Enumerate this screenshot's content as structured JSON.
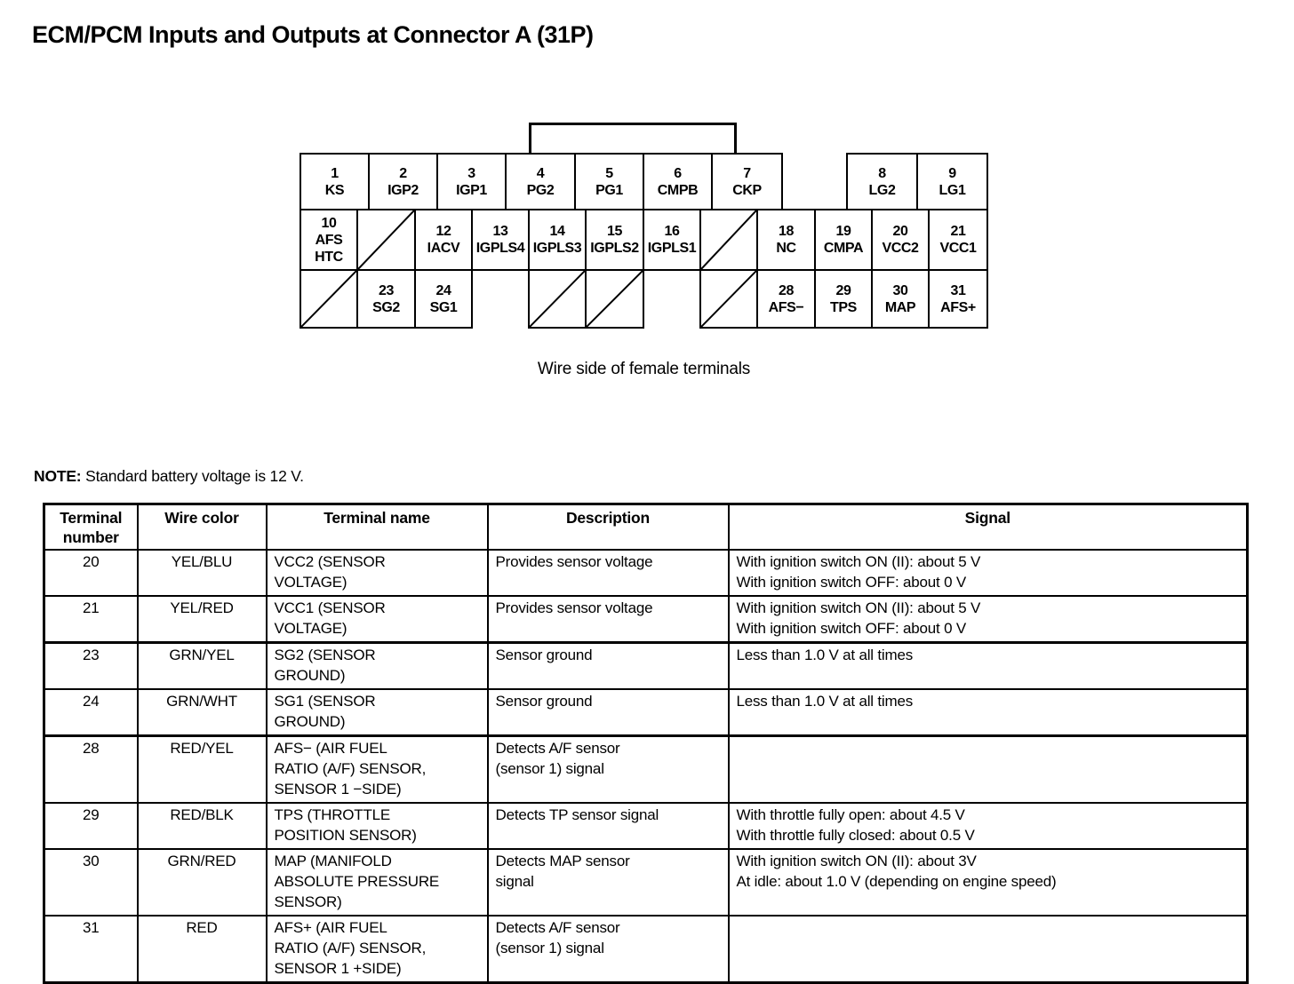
{
  "page": {
    "title": "ECM/PCM Inputs and Outputs at Connector A (31P)",
    "caption": "Wire side of female terminals",
    "note_label": "NOTE:",
    "note_text": " Standard battery voltage is 12 V."
  },
  "connector": {
    "row1": [
      {
        "num": "1",
        "label": "KS"
      },
      {
        "num": "2",
        "label": "IGP2"
      },
      {
        "num": "3",
        "label": "IGP1"
      },
      {
        "num": "4",
        "label": "PG2"
      },
      {
        "num": "5",
        "label": "PG1"
      },
      {
        "num": "6",
        "label": "CMPB"
      },
      {
        "num": "7",
        "label": "CKP"
      },
      {
        "num": "8",
        "label": "LG2"
      },
      {
        "num": "9",
        "label": "LG1"
      }
    ],
    "row2": [
      {
        "num": "10",
        "label": "AFS\nHTC"
      },
      {
        "type": "empty"
      },
      {
        "num": "12",
        "label": "IACV"
      },
      {
        "num": "13",
        "label": "IGPLS4"
      },
      {
        "num": "14",
        "label": "IGPLS3"
      },
      {
        "num": "15",
        "label": "IGPLS2"
      },
      {
        "num": "16",
        "label": "IGPLS1"
      },
      {
        "type": "empty"
      },
      {
        "num": "18",
        "label": "NC"
      },
      {
        "num": "19",
        "label": "CMPA"
      },
      {
        "num": "20",
        "label": "VCC2"
      },
      {
        "num": "21",
        "label": "VCC1"
      }
    ],
    "row3": [
      {
        "type": "empty"
      },
      {
        "num": "23",
        "label": "SG2"
      },
      {
        "num": "24",
        "label": "SG1"
      },
      {
        "type": "gap"
      },
      {
        "type": "empty"
      },
      {
        "type": "empty"
      },
      {
        "type": "gap"
      },
      {
        "type": "empty"
      },
      {
        "num": "28",
        "label": "AFS−"
      },
      {
        "num": "29",
        "label": "TPS"
      },
      {
        "num": "30",
        "label": "MAP"
      },
      {
        "num": "31",
        "label": "AFS+"
      }
    ]
  },
  "table": {
    "headers": [
      "Terminal number",
      "Wire color",
      "Terminal name",
      "Description",
      "Signal"
    ],
    "rows": [
      {
        "terminal": "20",
        "wire": "YEL/BLU",
        "name": "VCC2 (SENSOR\nVOLTAGE)",
        "description": "Provides sensor voltage",
        "signal": "With ignition switch ON (II): about 5 V\nWith ignition switch OFF: about 0 V",
        "group_start": false
      },
      {
        "terminal": "21",
        "wire": "YEL/RED",
        "name": "VCC1 (SENSOR\nVOLTAGE)",
        "description": "Provides sensor voltage",
        "signal": "With ignition switch ON (II): about 5 V\nWith ignition switch OFF: about 0 V",
        "group_start": false
      },
      {
        "terminal": "23",
        "wire": "GRN/YEL",
        "name": "SG2 (SENSOR\nGROUND)",
        "description": "Sensor ground",
        "signal": "Less than 1.0 V at all times",
        "group_start": true
      },
      {
        "terminal": "24",
        "wire": "GRN/WHT",
        "name": "SG1 (SENSOR\nGROUND)",
        "description": "Sensor ground",
        "signal": "Less than 1.0 V at all times",
        "group_start": false
      },
      {
        "terminal": "28",
        "wire": "RED/YEL",
        "name": "AFS− (AIR FUEL\nRATIO (A/F) SENSOR,\nSENSOR 1 −SIDE)",
        "description": "Detects A/F sensor\n(sensor 1) signal",
        "signal": "",
        "group_start": true
      },
      {
        "terminal": "29",
        "wire": "RED/BLK",
        "name": "TPS (THROTTLE\nPOSITION SENSOR)",
        "description": "Detects TP sensor signal",
        "signal": "With throttle fully open: about 4.5 V\nWith throttle fully closed: about 0.5 V",
        "group_start": false
      },
      {
        "terminal": "30",
        "wire": "GRN/RED",
        "name": "MAP (MANIFOLD\nABSOLUTE PRESSURE\nSENSOR)",
        "description": "Detects MAP sensor\nsignal",
        "signal": "With ignition switch ON (II): about 3V\nAt idle: about 1.0 V (depending on engine speed)",
        "group_start": false
      },
      {
        "terminal": "31",
        "wire": "RED",
        "name": "AFS+ (AIR FUEL\nRATIO (A/F) SENSOR,\nSENSOR 1 +SIDE)",
        "description": "Detects A/F sensor\n(sensor 1) signal",
        "signal": "",
        "group_start": false
      }
    ]
  }
}
